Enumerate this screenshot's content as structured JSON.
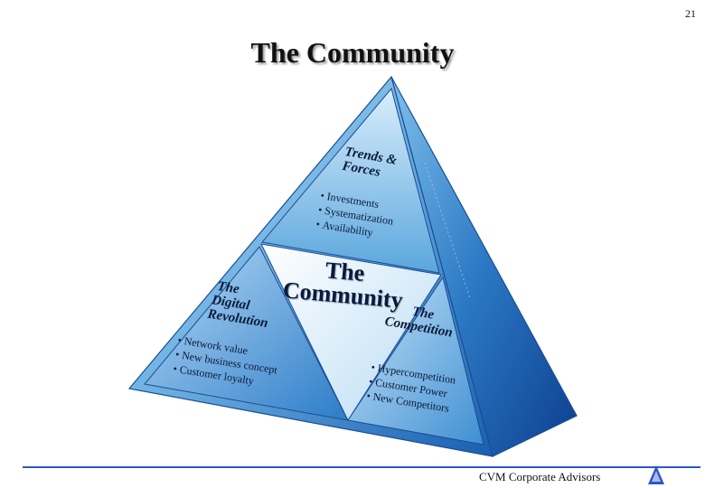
{
  "page_number": "21",
  "title": "The Community",
  "pyramid": {
    "center": {
      "line1": "The",
      "line2": "Community"
    },
    "top_face": {
      "heading": [
        "Trends &",
        "Forces"
      ],
      "bullets": [
        "Investments",
        "Systematization",
        "Availability"
      ]
    },
    "left_face": {
      "heading": [
        "The",
        "Digital",
        "Revolution"
      ],
      "bullets": [
        "Network value",
        "New business concept",
        "Customer loyalty"
      ]
    },
    "right_face": {
      "heading": [
        "The",
        "Competition"
      ],
      "bullets": [
        "Hypercompetition",
        "Customer Power",
        "New Competitors"
      ]
    }
  },
  "footer": {
    "company": "CVM Corporate Advisors"
  },
  "colors": {
    "face_dark": "#1d64b4",
    "face_light": "#c4e1f6",
    "footer_rule": "#2f56c9"
  }
}
